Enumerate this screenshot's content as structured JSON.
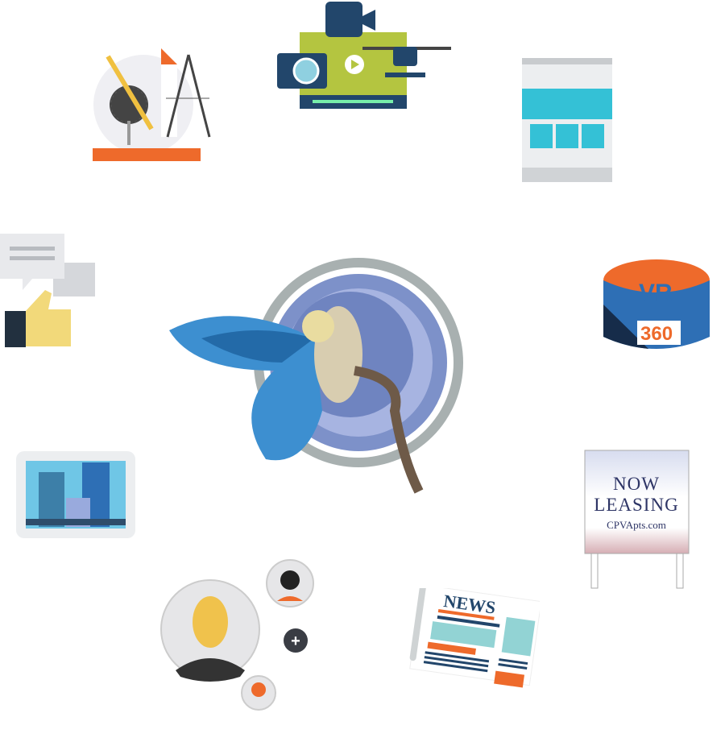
{
  "illustrations": {
    "design_tools": {
      "icon": "compass-pencil-ruler-icon"
    },
    "media": {
      "icon": "camera-drone-video-icon"
    },
    "website": {
      "icon": "webpage-layout-icon"
    },
    "chat": {
      "icon": "chat-thumbs-up-icon"
    },
    "vr": {
      "icon": "vr-360-icon",
      "label_top": "VR",
      "label_bottom": "360"
    },
    "center": {
      "icon": "butterfly-fairy-icon"
    },
    "city": {
      "icon": "city-tablet-icon"
    },
    "sign": {
      "icon": "leasing-sign-icon",
      "line1": "NOW",
      "line2": "LEASING",
      "line3": "CPVApts.com"
    },
    "news": {
      "icon": "newspaper-icon",
      "headline": "NEWS"
    },
    "people": {
      "icon": "people-network-icon",
      "plus": "+"
    }
  },
  "colors": {
    "blue": "#2e6fb5",
    "orange": "#ee6a2b",
    "teal": "#34c1d6",
    "navy": "#22466b",
    "lime": "#b4c540"
  }
}
